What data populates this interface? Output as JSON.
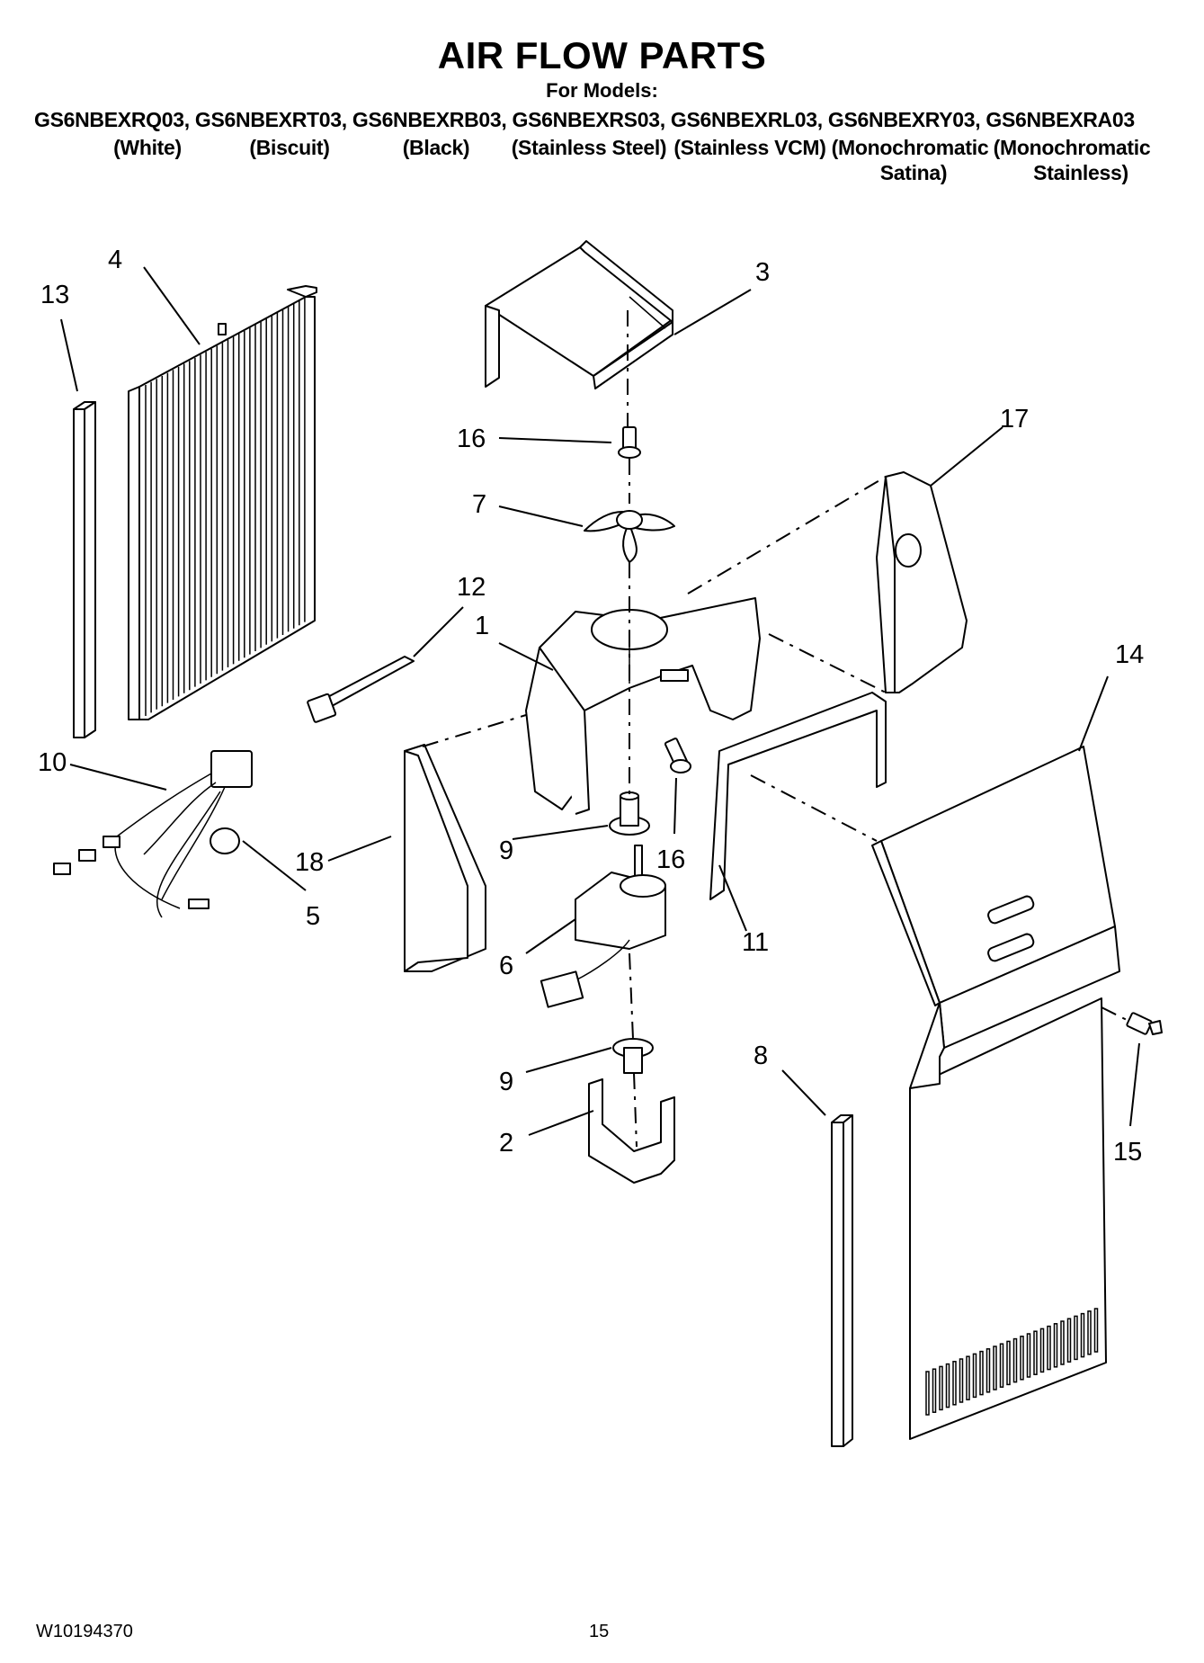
{
  "header": {
    "title": "AIR FLOW PARTS",
    "for_models": "For Models:",
    "models_line": "GS6NBEXRQ03, GS6NBEXRT03, GS6NBEXRB03, GS6NBEXRS03, GS6NBEXRL03, GS6NBEXRY03, GS6NBEXRA03",
    "colors": [
      {
        "line1": "(White)",
        "line2": ""
      },
      {
        "line1": "(Biscuit)",
        "line2": ""
      },
      {
        "line1": "(Black)",
        "line2": ""
      },
      {
        "line1": "(Stainless Steel)",
        "line2": ""
      },
      {
        "line1": "(Stainless VCM)",
        "line2": ""
      },
      {
        "line1": "(Monochromatic",
        "line2": "Satina)"
      },
      {
        "line1": "(Monochromatic",
        "line2": "Stainless)"
      }
    ]
  },
  "callouts": {
    "c1": "1",
    "c2": "2",
    "c3": "3",
    "c4": "4",
    "c5": "5",
    "c6": "6",
    "c7": "7",
    "c8": "8",
    "c9a": "9",
    "c9b": "9",
    "c10": "10",
    "c11": "11",
    "c12": "12",
    "c13": "13",
    "c14": "14",
    "c15": "15",
    "c16a": "16",
    "c16b": "16",
    "c17": "17",
    "c18": "18"
  },
  "footer": {
    "doc_code": "W10194370",
    "page_number": "15"
  }
}
